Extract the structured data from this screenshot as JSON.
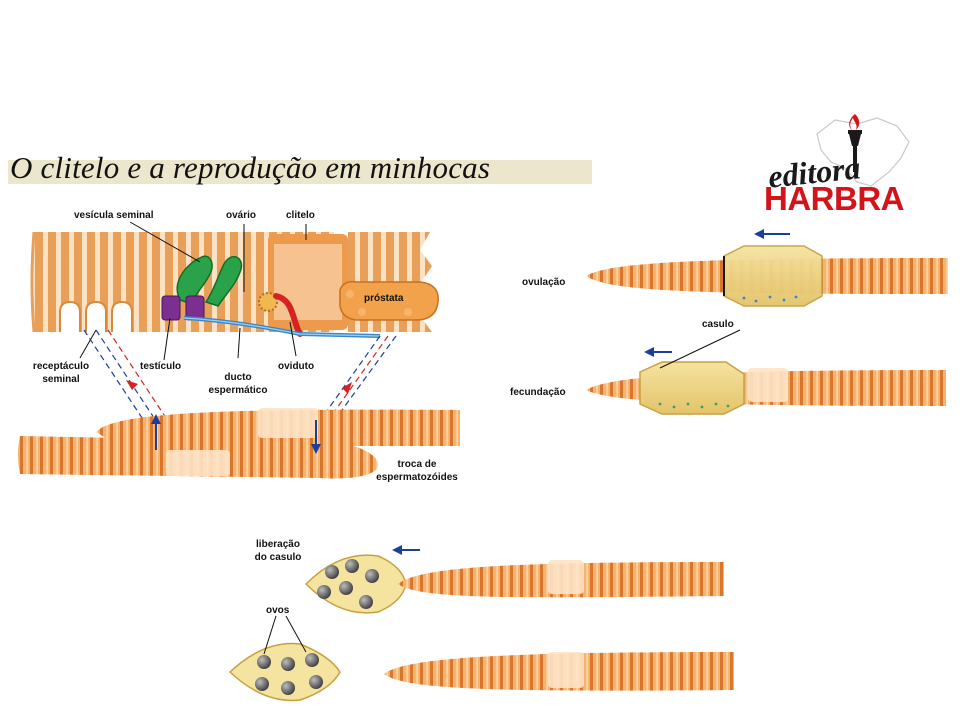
{
  "title": "O clitelo e a reprodução em minhocas",
  "logo": {
    "script_text": "editora",
    "brand_text": "HARBRA",
    "brand_color": "#d4141b"
  },
  "colors": {
    "worm_body": "#e89a4c",
    "worm_light": "#fce0bc",
    "clitellum": "#e58a3a",
    "cocoon": "#f0d98a",
    "vesicle": "#2aa24a",
    "testis": "#7b2f8f",
    "duct": "#3a86c8",
    "oviduct": "#d62222",
    "arrow_blue": "#1d3f9c",
    "arrow_red": "#d62222"
  },
  "labels": {
    "vesicula": "vesícula seminal",
    "ovario": "ovário",
    "clitelo": "clitelo",
    "prostata": "próstata",
    "receptaculo_1": "receptáculo",
    "receptaculo_2": "seminal",
    "testiculo": "testículo",
    "ducto_1": "ducto",
    "ducto_2": "espermático",
    "oviduto": "oviduto",
    "troca_1": "troca de",
    "troca_2": "espermatozóides",
    "ovulacao": "ovulação",
    "casulo": "casulo",
    "fecundacao": "fecundação",
    "liberacao_1": "liberação",
    "liberacao_2": "do casulo",
    "ovos": "ovos"
  }
}
